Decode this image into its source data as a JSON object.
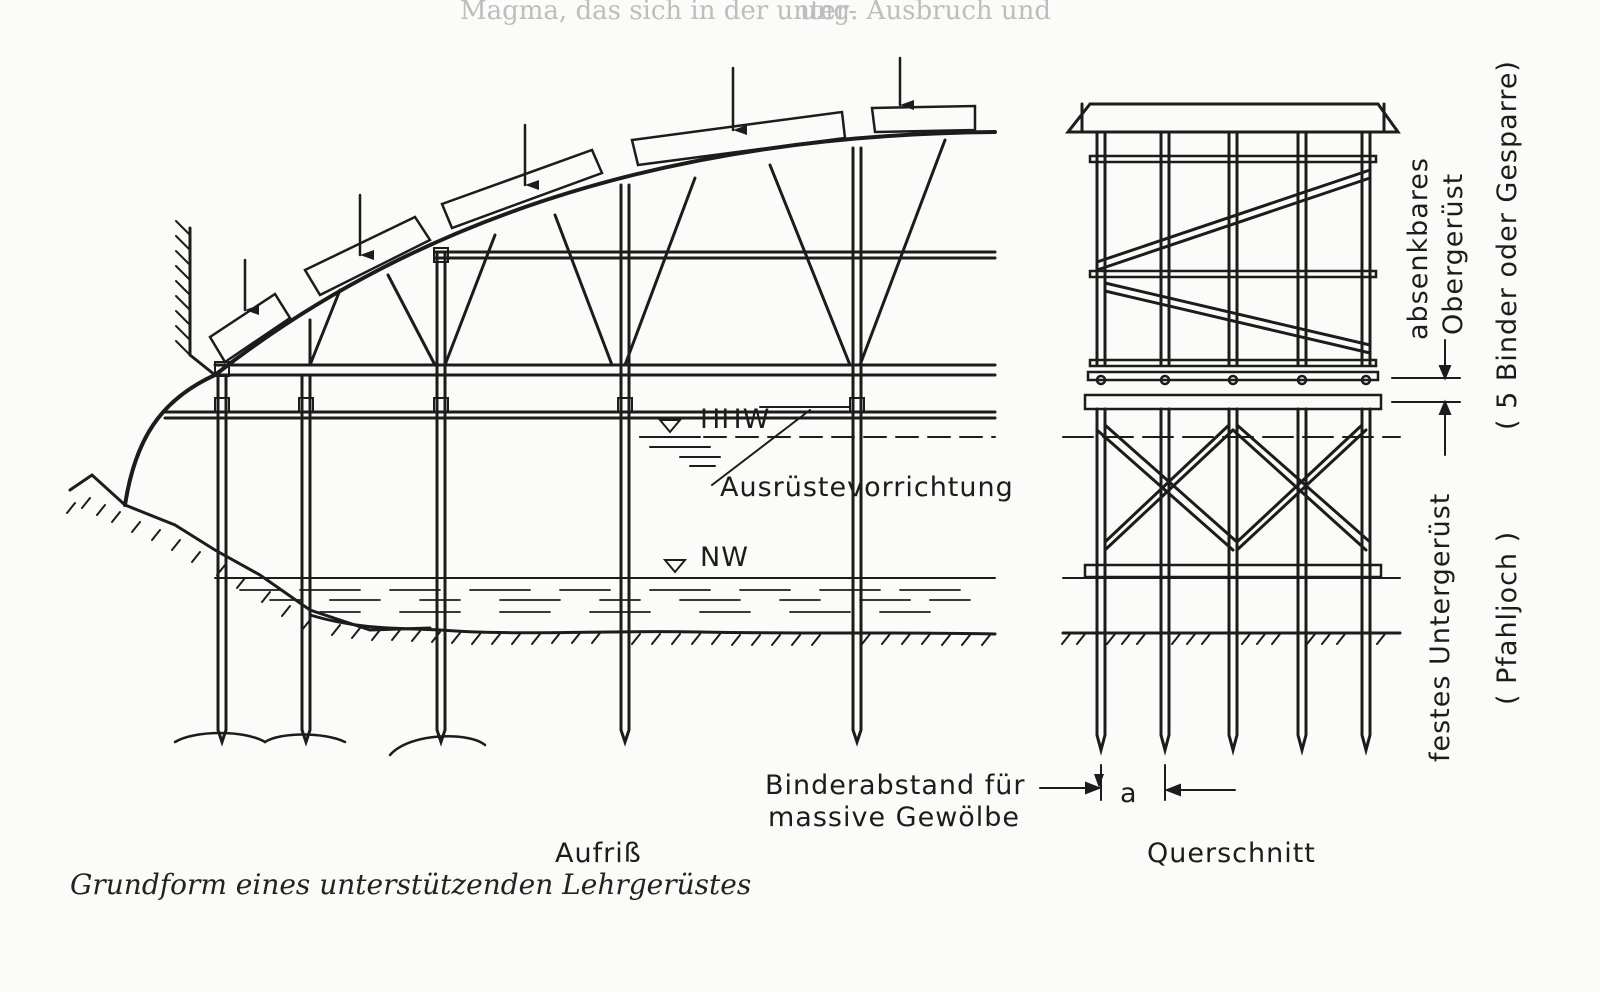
{
  "header_fragments": {
    "left": "Magma, das sich in der unter-",
    "right": "ung. Ausbruch und"
  },
  "labels": {
    "hhw": "HHW",
    "nw": "NW",
    "ausruestevorrichtung": "Ausrüstevorrichtung",
    "binderabstand_line1": "Binderabstand für",
    "binderabstand_line2": "massive Gewölbe",
    "a": "a",
    "aufriss": "Aufriß",
    "querschnitt": "Querschnitt",
    "upper_line1": "absenkbares",
    "upper_line2": "Obergerüst",
    "upper_line3": "( 5 Binder oder Gesparre)",
    "lower_line1": "festes Untergerüst",
    "lower_line2": "( Pfahljoch )"
  },
  "caption": "Grundform eines unterstützenden Lehrgerüstes",
  "colors": {
    "ink": "#1c1c1c",
    "paper": "#fbfbfa"
  }
}
